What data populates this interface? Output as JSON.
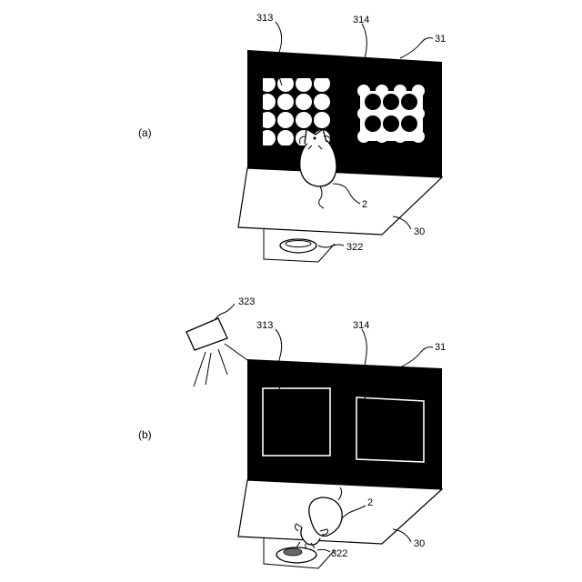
{
  "panels": [
    {
      "tag": "(a)",
      "labels": {
        "left_screen": "313",
        "right_screen": "314",
        "wall": "31",
        "animal": "2",
        "floor": "30",
        "dish": "322"
      }
    },
    {
      "tag": "(b)",
      "labels": {
        "lamp": "323",
        "left_screen": "313",
        "right_screen": "314",
        "wall": "31",
        "animal": "2",
        "floor": "30",
        "dish": "322"
      }
    }
  ],
  "colors": {
    "wall": "#000000",
    "pattern": "#ffffff",
    "outline": "#000000"
  }
}
